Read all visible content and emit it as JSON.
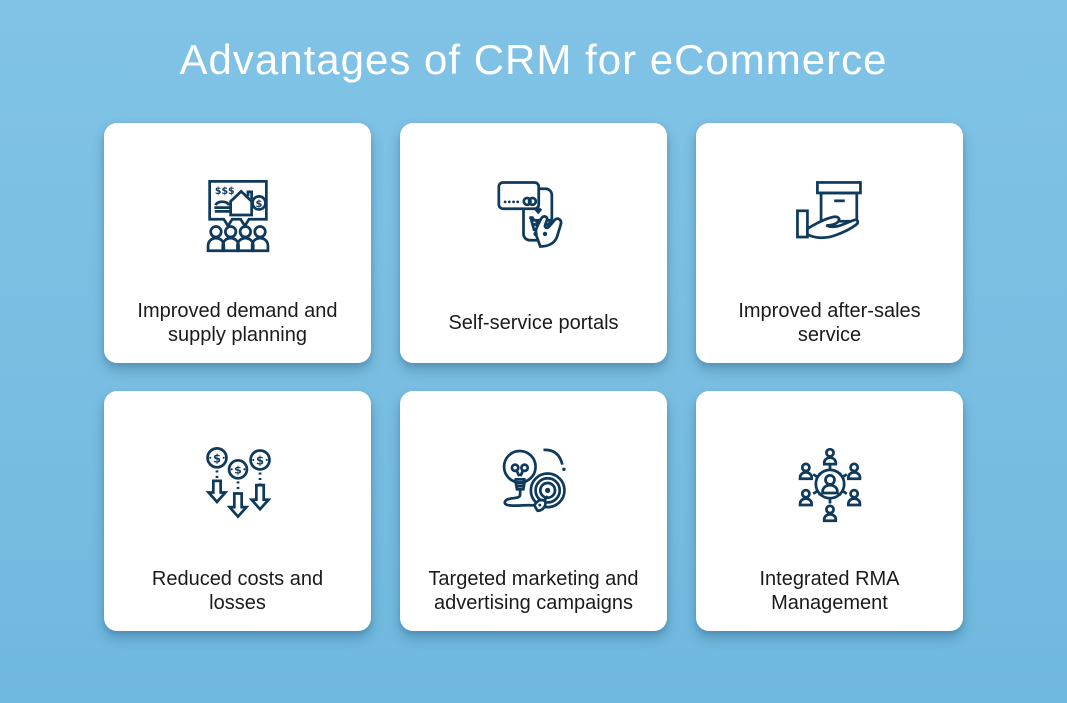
{
  "title": "Advantages of CRM for eCommerce",
  "theme": {
    "background_blue": "#79bee2",
    "card_background": "#ffffff",
    "icon_navy": "#0f3a5c",
    "title_color": "#ffffff",
    "label_color": "#1b1b1b"
  },
  "cards": [
    {
      "label": "Improved demand and supply planning",
      "icon": "demand-supply-planning-icon"
    },
    {
      "label": "Self-service portals",
      "icon": "self-service-portals-icon"
    },
    {
      "label": "Improved after-sales service",
      "icon": "after-sales-service-icon"
    },
    {
      "label": "Reduced costs and losses",
      "icon": "reduced-costs-icon"
    },
    {
      "label": "Targeted marketing and advertising campaigns",
      "icon": "targeted-marketing-icon"
    },
    {
      "label": "Integrated RMA Management",
      "icon": "rma-management-icon"
    }
  ]
}
